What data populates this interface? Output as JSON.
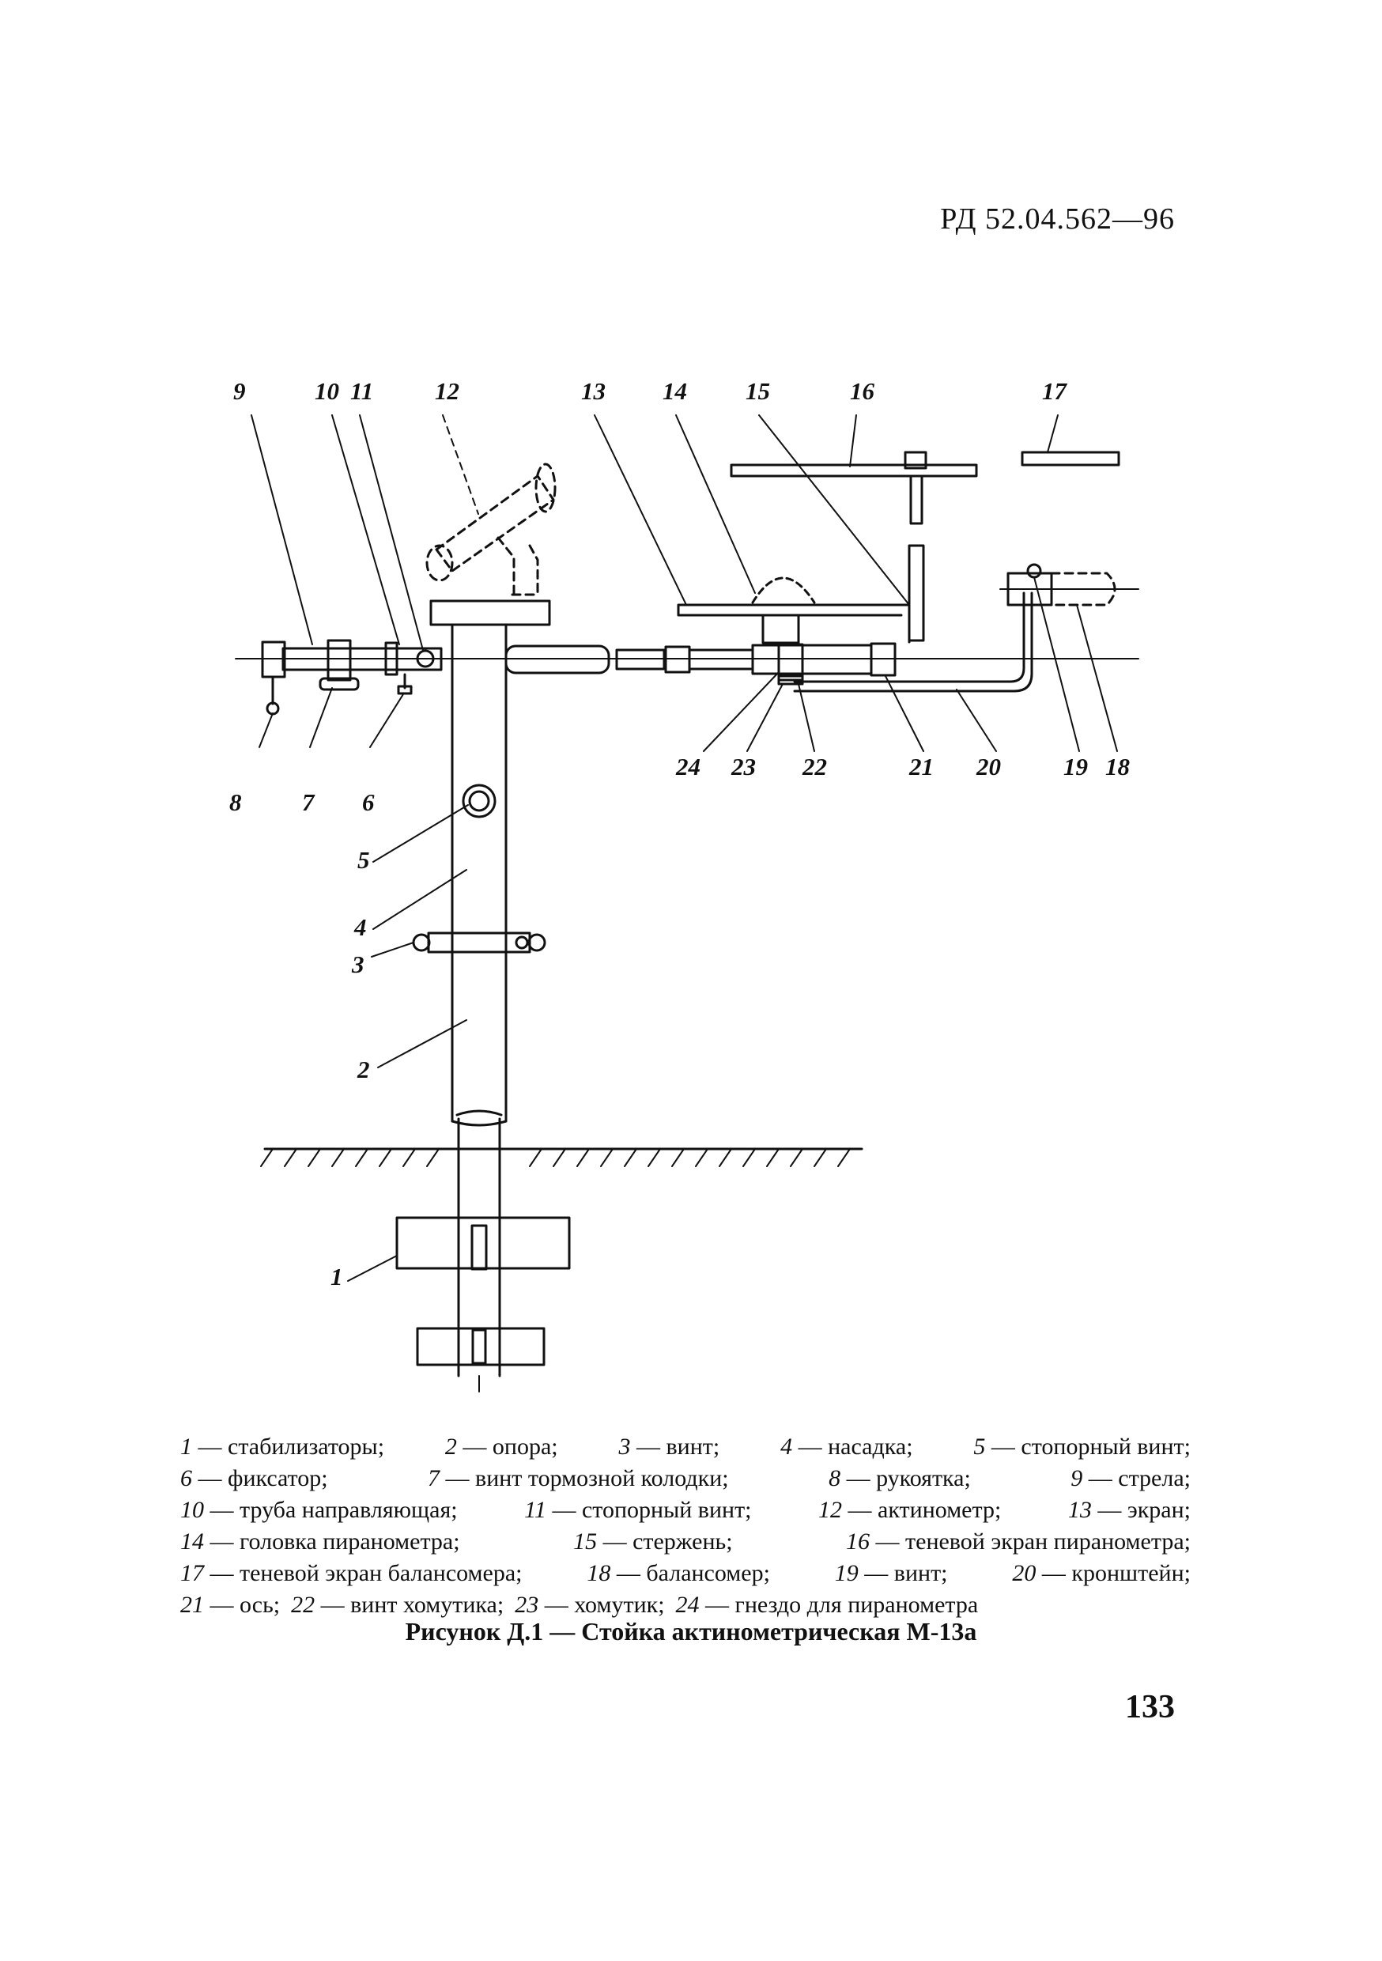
{
  "header": {
    "doc_code": "РД 52.04.562—96"
  },
  "diagram": {
    "callouts": [
      "1",
      "2",
      "3",
      "4",
      "5",
      "6",
      "7",
      "8",
      "9",
      "10",
      "11",
      "12",
      "13",
      "14",
      "15",
      "16",
      "17",
      "18",
      "19",
      "20",
      "21",
      "22",
      "23",
      "24"
    ]
  },
  "legend": {
    "lines": [
      [
        {
          "num": "1",
          "text": " — стабилизаторы;"
        },
        {
          "num": "2",
          "text": " — опора;"
        },
        {
          "num": "3",
          "text": " — винт;"
        },
        {
          "num": "4",
          "text": " — насадка;"
        },
        {
          "num": "5",
          "text": " — стопорный винт;"
        }
      ],
      [
        {
          "num": "6",
          "text": " — фиксатор;"
        },
        {
          "num": "7",
          "text": " — винт тормозной колодки;"
        },
        {
          "num": "8",
          "text": " — рукоятка;"
        },
        {
          "num": "9",
          "text": " — стрела;"
        }
      ],
      [
        {
          "num": "10",
          "text": " — труба направляющая;"
        },
        {
          "num": "11",
          "text": " — стопорный винт;"
        },
        {
          "num": "12",
          "text": " — актинометр;"
        },
        {
          "num": "13",
          "text": " — экран;"
        }
      ],
      [
        {
          "num": "14",
          "text": " — головка пиранометра;"
        },
        {
          "num": "15",
          "text": " — стержень;"
        },
        {
          "num": "16",
          "text": " — теневой экран пиранометра;"
        }
      ],
      [
        {
          "num": "17",
          "text": " — теневой экран балансомера;"
        },
        {
          "num": "18",
          "text": " — балансомер;"
        },
        {
          "num": "19",
          "text": " — винт;"
        },
        {
          "num": "20",
          "text": " — кронштейн;"
        }
      ],
      [
        {
          "num": "21",
          "text": " — ось;"
        },
        {
          "num": "22",
          "text": " — винт хомутика;"
        },
        {
          "num": "23",
          "text": " — хомутик;"
        },
        {
          "num": "24",
          "text": " — гнездо для пиранометра"
        }
      ]
    ]
  },
  "caption": "Рисунок Д.1 — Стойка актинометрическая М-13а",
  "page_number": "133"
}
